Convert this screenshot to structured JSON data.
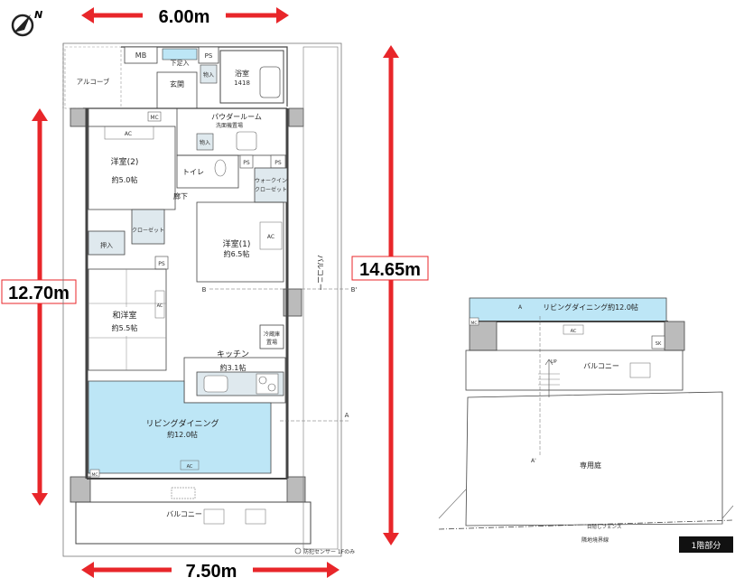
{
  "compass": {
    "north_label": "N"
  },
  "dimensions": {
    "top_width": "6.00m",
    "bottom_width": "7.50m",
    "left_depth": "12.70m",
    "right_depth": "14.65m"
  },
  "rooms": {
    "alcove": "アルコーブ",
    "mb": "MB",
    "ps": "PS",
    "entrance": "玄関",
    "shoe_storage": "下足入",
    "storage": "物入",
    "bath": "浴室",
    "bath_size": "1418",
    "powder_room": "パウダールーム",
    "washer": "洗面機置場",
    "toilet": "トイレ",
    "western2": "洋室(2)",
    "western2_size": "約5.0帖",
    "closet": "クローゼット",
    "walk_in": "ウォークイン",
    "walk_in2": "クローゼット",
    "hallway": "廊下",
    "western1": "洋室(1)",
    "western1_size": "約6.5帖",
    "oshiire": "押入",
    "japanese": "和洋室",
    "japanese_size": "約5.5帖",
    "kitchen": "キッチン",
    "kitchen_size": "約3.1帖",
    "fridge": "冷蔵庫",
    "fridge2": "置場",
    "ldk": "リビングダイニング",
    "ldk_size": "約12.0帖",
    "balcony": "バルコニー",
    "balcony_vertical": "バルコニー",
    "aircon": "AC",
    "mc": "MC",
    "section_a": "A",
    "section_a2": "A'",
    "section_b": "B",
    "section_b2": "B'",
    "ldk_1f": "リビングダイニング約12.0帖",
    "balcony_1f": "バルコニー",
    "garden": "専用庭",
    "up": "UP",
    "fence": "目隠しフェンス",
    "boundary": "隣地境界線",
    "sk": "SK"
  },
  "notes": {
    "sensor": "防犯センサー 1Fのみ",
    "first_floor_tag": "1階部分"
  }
}
